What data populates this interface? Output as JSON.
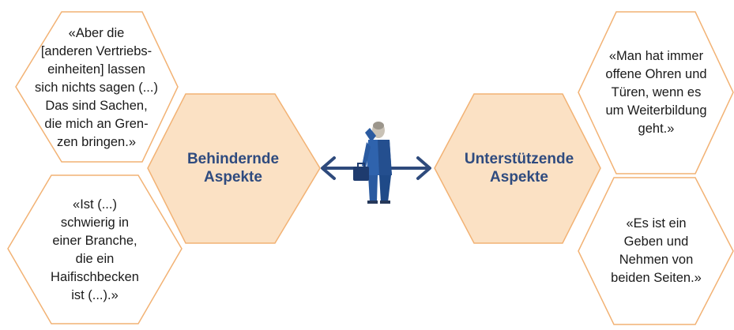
{
  "colors": {
    "hex_outline": "#f2b274",
    "hex_fill_center": "#fbe1c4",
    "text_dark": "#1a1a1a",
    "aspect_text": "#2f4b7f",
    "arrow": "#2e4a7c"
  },
  "hexagons": {
    "behindernde": {
      "lines": [
        "Behindernde",
        "Aspekte"
      ]
    },
    "unterstuetzende": {
      "lines": [
        "Unterstützende",
        "Aspekte"
      ]
    }
  },
  "quotes": {
    "top_left": {
      "lines": [
        "«Aber die",
        "[anderen Vertriebs-",
        "einheiten] lassen",
        "sich nichts sagen (...)",
        "Das sind Sachen,",
        "die mich an Gren-",
        "zen bringen.»"
      ]
    },
    "bottom_left": {
      "lines": [
        "«Ist (...)",
        "schwierig in",
        "einer Branche,",
        "die ein",
        "Haifischbecken",
        "ist (...).»"
      ]
    },
    "top_right": {
      "lines": [
        "«Man hat immer",
        "offene Ohren und",
        "Türen, wenn es",
        "um Weiterbildung",
        "geht.»"
      ]
    },
    "bottom_right": {
      "lines": [
        "«Es ist ein",
        "Geben und",
        "Nehmen von",
        "beiden Seiten.»"
      ]
    }
  },
  "icons": {
    "center_figure": "businessman-with-briefcase-icon",
    "arrow": "double-headed-arrow-icon"
  }
}
